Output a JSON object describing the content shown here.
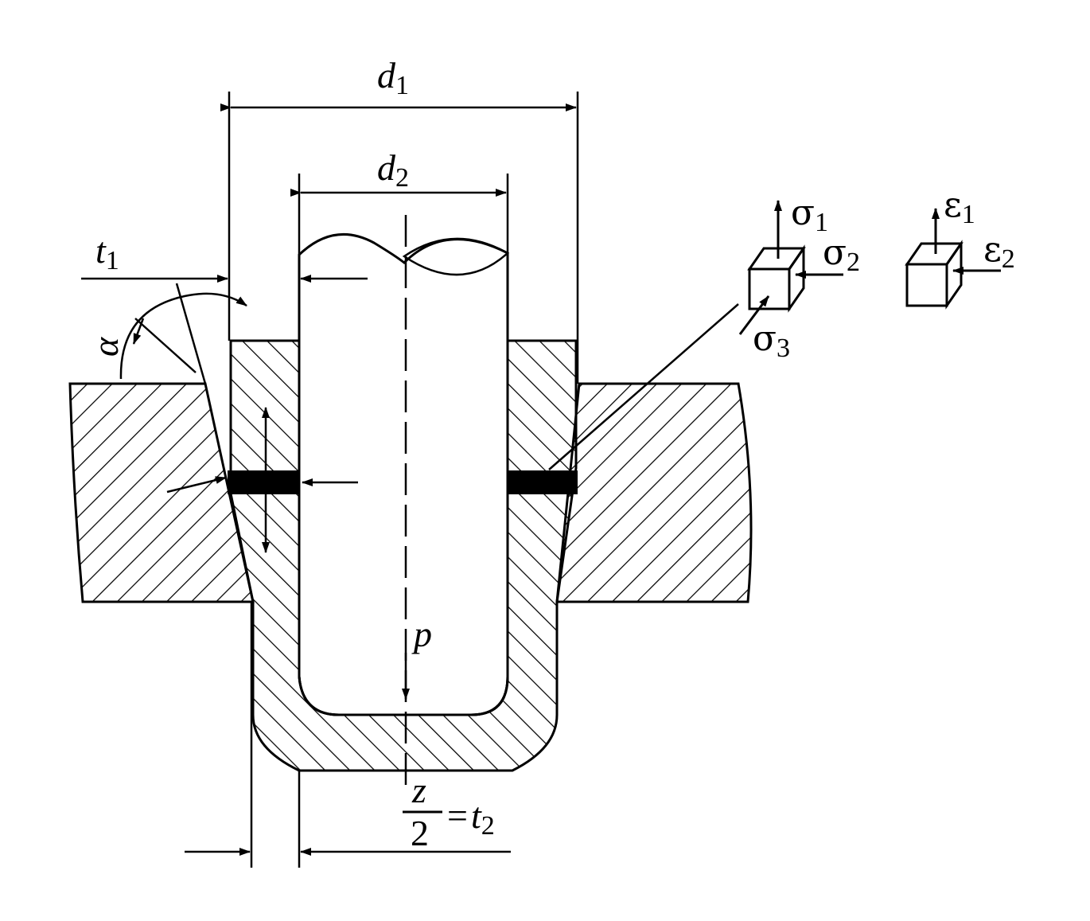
{
  "labels": {
    "d1": {
      "main": "d",
      "sub": "1"
    },
    "d2": {
      "main": "d",
      "sub": "2"
    },
    "t1": {
      "main": "t",
      "sub": "1"
    },
    "alpha": "α",
    "p": "p",
    "z_num": "z",
    "z_den": "2",
    "eq_t2": {
      "eq": "=",
      "main": "t",
      "sub": "2"
    },
    "sigma1": {
      "main": "σ",
      "sub": "1"
    },
    "sigma2": {
      "main": "σ",
      "sub": "2"
    },
    "sigma3": {
      "main": "σ",
      "sub": "3"
    },
    "eps1": {
      "main": "ε",
      "sub": "1"
    },
    "eps2": {
      "main": "ε",
      "sub": "2"
    }
  },
  "colors": {
    "ink": "#000000",
    "background": "#ffffff"
  }
}
